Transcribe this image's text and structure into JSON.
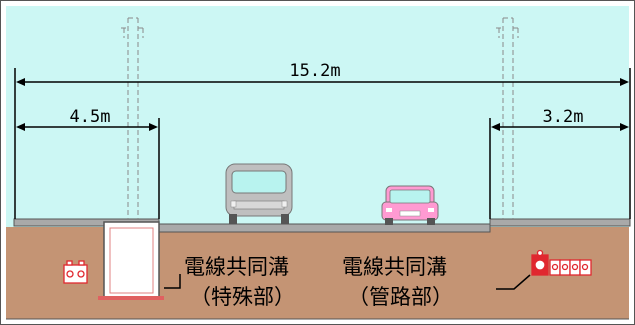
{
  "dimensions": {
    "total": "15.2m",
    "left_sidewalk": "4.5m",
    "right_sidewalk": "3.2m"
  },
  "labels": {
    "conduit_1": "電線共同溝",
    "conduit_1_type": "（特殊部）",
    "conduit_2": "電線共同溝",
    "conduit_2_type": "（管路部）"
  },
  "colors": {
    "sky": "#ccf7f4",
    "ground": "#c49474",
    "pavement": "#a9a9a9",
    "bus": "#bfbfbf",
    "bus_window": "#b8f3ef",
    "car": "#ff9ad2",
    "utility_red": "#e0282f"
  }
}
